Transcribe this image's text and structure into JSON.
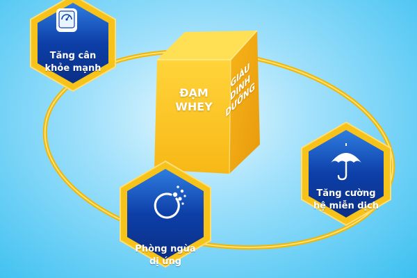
{
  "center": {
    "front_line1": "ĐẠM",
    "front_line2": "WHEY",
    "side_line1": "GIÀU",
    "side_line2": "DINH",
    "side_line3": "DƯỠNG"
  },
  "benefits": [
    {
      "icon": "scale-icon",
      "line1": "Tăng cân",
      "line2": "khỏe mạnh"
    },
    {
      "icon": "umbrella-icon",
      "line1": "Tăng cường",
      "line2": "hệ miễn dịch"
    },
    {
      "icon": "allergy-shield-icon",
      "line1": "Phòng ngừa",
      "line2": "dị ứng"
    }
  ],
  "colors": {
    "background": "#3cc0f0",
    "hexagon_fill": "#0d3fa8",
    "hexagon_border": "#f7c31a",
    "ring": "#f2b705",
    "cube_front": "#fcc623",
    "cube_side": "#f2ad12",
    "cube_top": "#ffe055"
  }
}
